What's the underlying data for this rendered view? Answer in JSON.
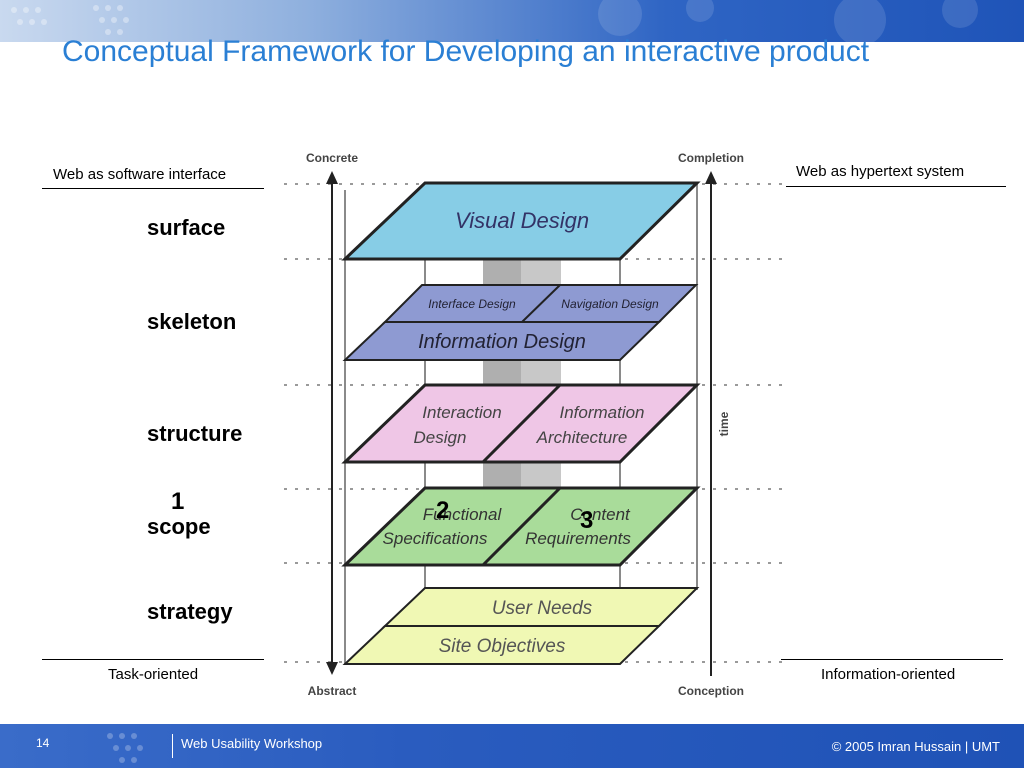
{
  "slide": {
    "title": "Conceptual Framework for Developing an interactive product"
  },
  "left_header": "Web as software interface",
  "right_header": "Web as hypertext system",
  "left_footer": "Task-oriented",
  "right_footer": "Information-oriented",
  "planes": [
    "surface",
    "skeleton",
    "structure",
    "scope",
    "strategy"
  ],
  "numbers": [
    "1",
    "2",
    "3"
  ],
  "axes": {
    "concrete": "Concrete",
    "abstract": "Abstract",
    "completion": "Completion",
    "conception": "Conception",
    "time": "time"
  },
  "layers": {
    "visual_design": "Visual Design",
    "interface_design": "Interface Design",
    "navigation_design": "Navigation Design",
    "information_design": "Information Design",
    "interaction_design_1": "Interaction",
    "interaction_design_2": "Design",
    "information_architecture_1": "Information",
    "information_architecture_2": "Architecture",
    "functional_specs_1": "Functional",
    "functional_specs_2": "Specifications",
    "content_requirements_1": "Content",
    "content_requirements_2": "Requirements",
    "user_needs": "User Needs",
    "site_objectives": "Site Objectives"
  },
  "colors": {
    "title": "#2a7fd4",
    "surface": "#87cde6",
    "skeleton": "#8e9ad2",
    "structure": "#efc6e6",
    "scope": "#a9dc9a",
    "strategy": "#f0f8b4",
    "footer": "#2a5cbf"
  },
  "footer": {
    "page_number": "14",
    "course": "Web Usability Workshop",
    "copyright": "© 2005 Imran Hussain | UMT"
  }
}
